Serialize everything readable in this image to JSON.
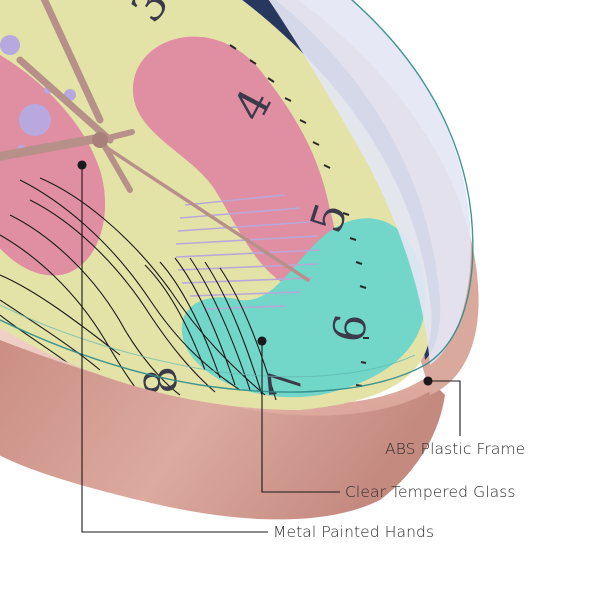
{
  "callouts": {
    "frame": "ABS Plastic Frame",
    "glass": "Clear Tempered Glass",
    "hands": "Metal Painted Hands"
  },
  "dial_numerals": [
    "3",
    "4",
    "5",
    "6",
    "7",
    "8"
  ],
  "colors": {
    "frame_rose": "#d6a197",
    "dial_yellow": "#e3e3a8",
    "blob_pink": "#e08ea2",
    "blob_teal": "#72d6c9",
    "glass_tint": "#e4e6f4",
    "glass_edge": "#2e8c8a",
    "hand_metal": "#b7908a",
    "numeral_dark": "#3a3a4a",
    "leader_line": "#1a1a1a"
  }
}
